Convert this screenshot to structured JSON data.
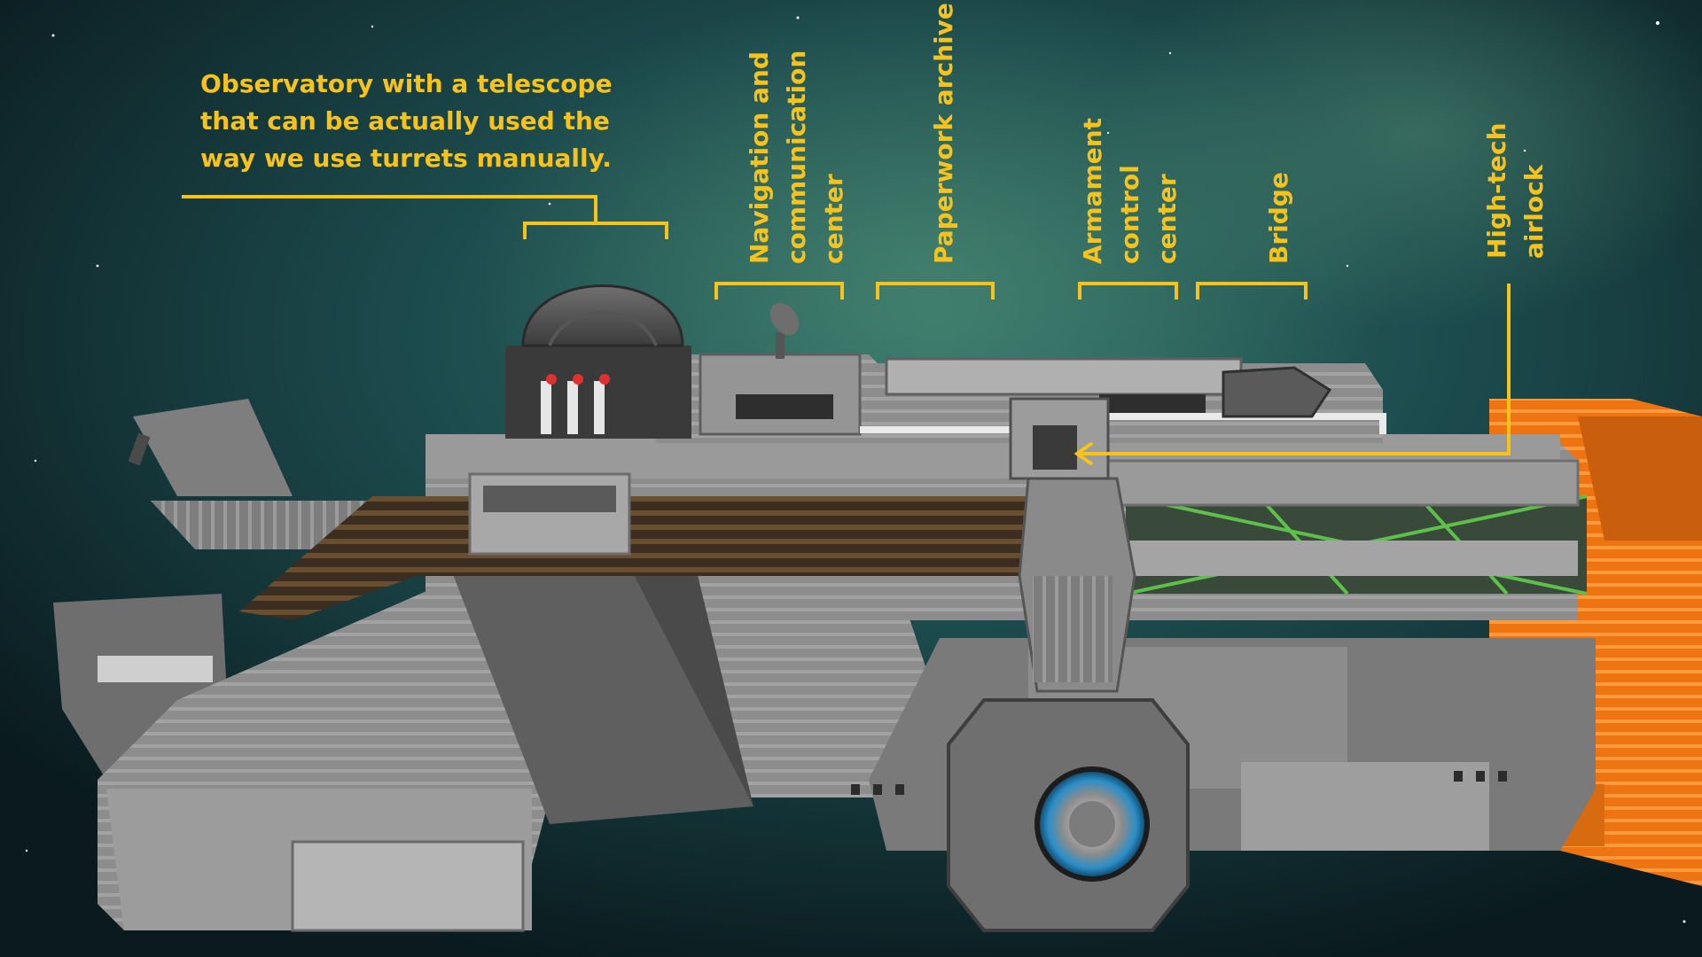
{
  "colors": {
    "annotation": "#f7c31a",
    "hull_gray": "#8f8f8f",
    "accent_orange": "#f27b16",
    "space_teal": "#1f5a5a"
  },
  "annotations": {
    "observatory": {
      "lines": [
        "Observatory with a telescope",
        "that can be actually used the",
        "way we use turrets manually."
      ]
    },
    "navigation": {
      "lines": [
        "Navigation and",
        "communication",
        "center"
      ]
    },
    "paperwork": {
      "lines": [
        "Paperwork archive"
      ]
    },
    "armament": {
      "lines": [
        "Armament",
        "control",
        "center"
      ]
    },
    "bridge": {
      "lines": [
        "Bridge"
      ]
    },
    "airlock": {
      "lines": [
        "High-tech",
        "airlock"
      ]
    }
  }
}
